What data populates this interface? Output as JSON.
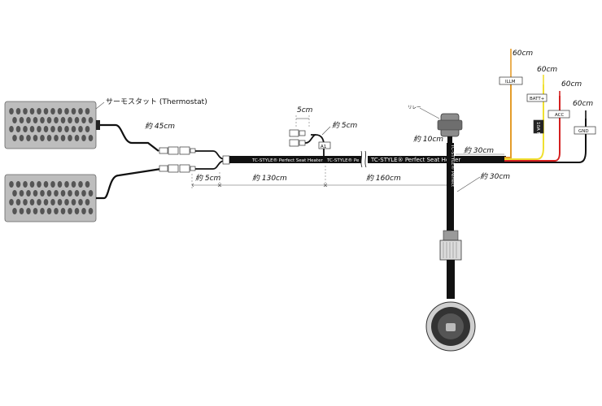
{
  "colors": {
    "cable": "#111111",
    "wire_illm": "#e49c2a",
    "wire_batt": "#f0e030",
    "wire_acc": "#d42020",
    "wire_gnd": "#111111",
    "pad_bg": "#bdbdbd",
    "pad_fill": "#555555"
  },
  "labels": {
    "thermostat": "サーモスタット (Thermostat)",
    "len_45": "約 45cm",
    "len_5a": "約 5cm",
    "len_130": "約 130cm",
    "len_160": "約 160cm",
    "len_5_top": "5cm",
    "len_5b": "約 5cm",
    "len_10": "約 10cm",
    "len_30a": "約 30cm",
    "len_30b": "約 30cm",
    "relay": "リレー",
    "a1": "A1",
    "len_60_illm": "60cm",
    "len_60_batt": "60cm",
    "len_60_acc": "60cm",
    "len_60_gnd": "60cm"
  },
  "tags": {
    "illm": "ILLM",
    "batt": "BATT+",
    "acc": "ACC",
    "gnd": "GND"
  },
  "band_texts": {
    "left": "TC-STYLE® Perfect Seat Heater",
    "mid_a": "TC-STYLE® Pe",
    "mid_b": "TC-STYLE® Perfect Seat Heater",
    "vertical": "TC-STYLE® Perfect"
  },
  "fuse_label": "10A FUSE"
}
